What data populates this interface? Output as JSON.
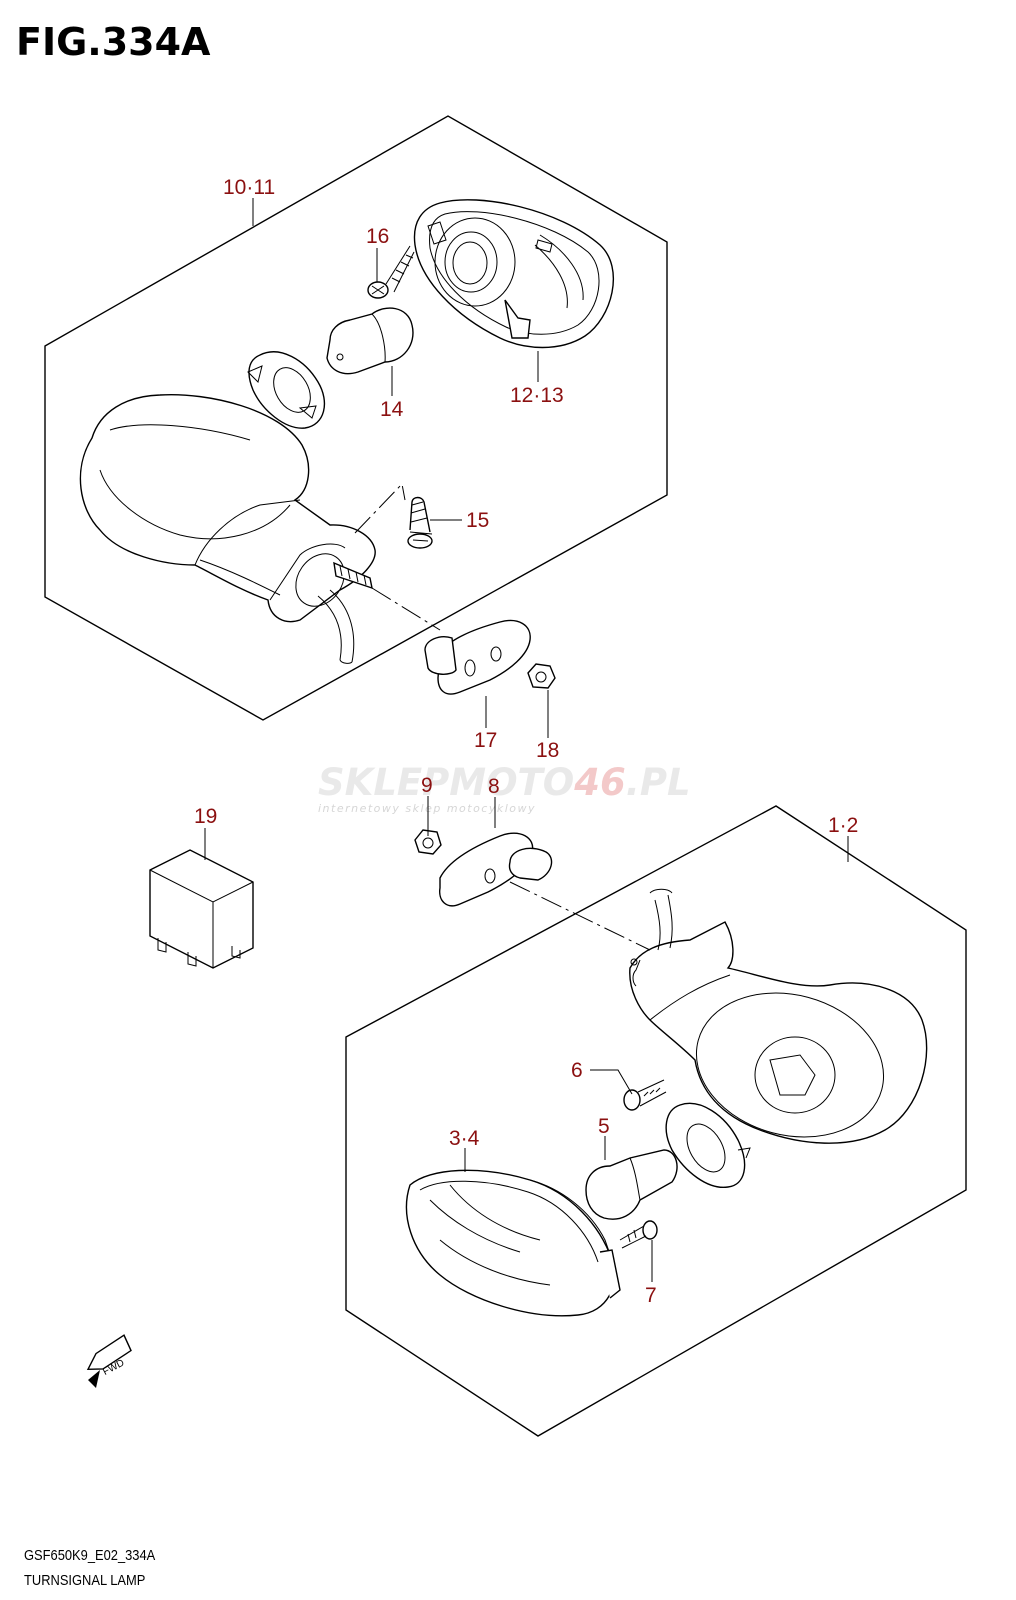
{
  "figure": {
    "title": "FIG.334A",
    "code": "GSF650K9_E02_334A",
    "name": "TURNSIGNAL LAMP"
  },
  "watermark": {
    "text_left": "SKLEPMOTO",
    "text_accent": "46",
    "text_right": ".PL",
    "tagline": "internetowy sklep motocyklowy"
  },
  "fwd_label": "FWD",
  "callouts": {
    "c10_11": "10·11",
    "c16": "16",
    "c12_13": "12·13",
    "c14": "14",
    "c15": "15",
    "c17": "17",
    "c18": "18",
    "c19": "19",
    "c9": "9",
    "c8": "8",
    "c1_2": "1·2",
    "c6": "6",
    "c3_4": "3·4",
    "c5": "5",
    "c7": "7"
  },
  "colors": {
    "callout": "#8b1010",
    "line": "#000000",
    "watermark_accent": "#e06060"
  }
}
